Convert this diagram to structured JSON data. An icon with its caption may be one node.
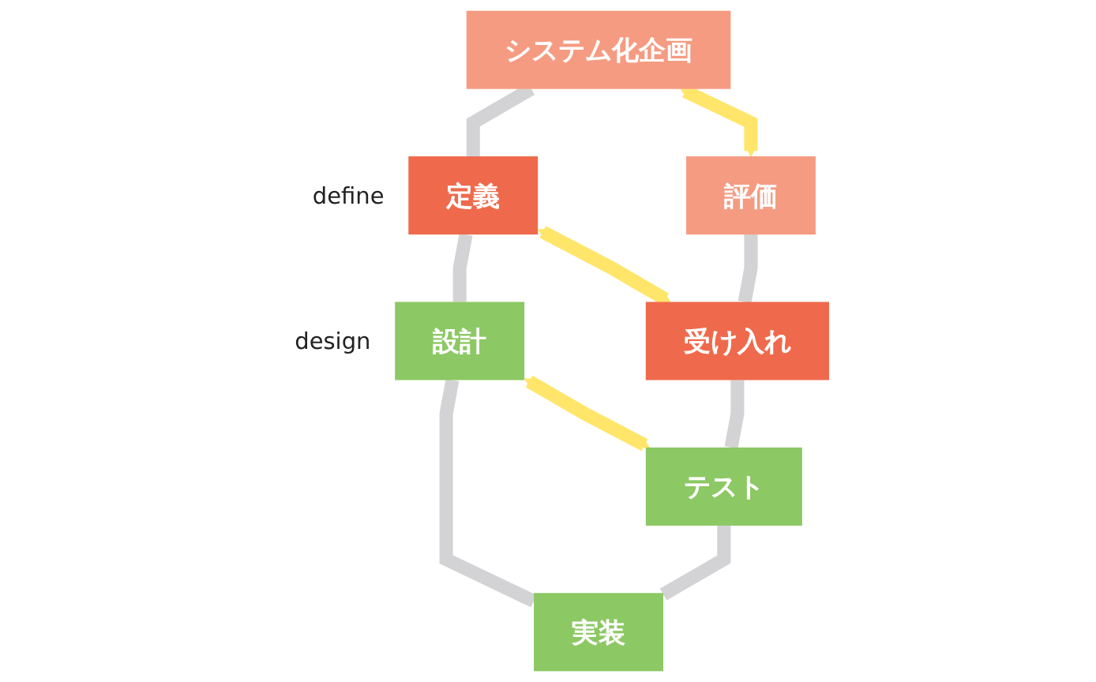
{
  "diagram": {
    "nodes": [
      {
        "text": [
          "システム化企画"
        ]
      },
      {
        "text": [
          "評価"
        ]
      },
      {
        "text": [
          "定義"
        ],
        "beside": [
          "define"
        ]
      },
      {
        "text": [
          "受け入れ"
        ]
      },
      {
        "text": [
          "設計"
        ],
        "beside": [
          "design"
        ]
      },
      {
        "text": [
          "テスト"
        ]
      },
      {
        "text": [
          "実装"
        ]
      }
    ],
    "edges": [
      {
        "from": 0,
        "to": 2,
        "arrow": "none"
      },
      {
        "from": 2,
        "to": 4,
        "arrow": "none"
      },
      {
        "from": 4,
        "to": 6,
        "arrow": "none"
      },
      {
        "from": 1,
        "to": 3,
        "arrow": "none"
      },
      {
        "from": 3,
        "to": 5,
        "arrow": "none"
      },
      {
        "from": 5,
        "to": 6,
        "arrow": "none"
      },
      {
        "from": 0,
        "to": 1,
        "arrow": "both",
        "color": "#ffe66b"
      },
      {
        "from": 2,
        "to": 3,
        "arrow": "both",
        "color": "#ffe66b"
      },
      {
        "from": 4,
        "to": 5,
        "arrow": "both",
        "color": "#ffe66b"
      }
    ]
  }
}
